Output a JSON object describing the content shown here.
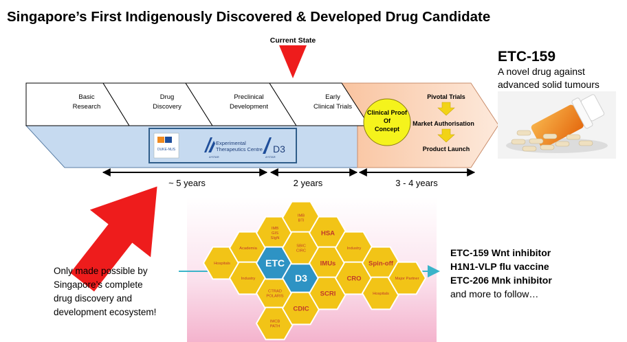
{
  "title": "Singapore’s First Indigenously Discovered & Developed Drug Candidate",
  "current_state_label": "Current State",
  "stages": [
    {
      "line1": "Basic",
      "line2": "Research"
    },
    {
      "line1": "Drug",
      "line2": "Discovery"
    },
    {
      "line1": "Preclinical",
      "line2": "Development"
    },
    {
      "line1": "Early",
      "line2": "Clinical Trials"
    }
  ],
  "proof_badge": {
    "line1": "Clinical Proof",
    "line2": "Of",
    "line3": "Concept"
  },
  "later_steps": [
    "Pivotal Trials",
    "Market Authorisation",
    "Product Launch"
  ],
  "durations": [
    "~ 5 years",
    "2 years",
    "3 - 4 years"
  ],
  "logos": {
    "duke": "DUKE-NUS",
    "etc_line1": "Experimental",
    "etc_line2": "Therapeutics Centre",
    "etc_small": "A*STAR",
    "d3": "D3",
    "d3_small": "A*STAR"
  },
  "drug": {
    "name": "ETC-159",
    "desc_line1": "A novel drug against",
    "desc_line2": "advanced solid tumours"
  },
  "ecosystem_note": [
    "Only made possible by",
    "Singapore’s complete",
    "drug discovery and",
    "development ecosystem!"
  ],
  "hex_cells": [
    {
      "id": "hospitals-left",
      "lines": [
        "Hospitals"
      ],
      "size": "small"
    },
    {
      "id": "academia",
      "lines": [
        "Academia"
      ],
      "size": "small"
    },
    {
      "id": "industry-left",
      "lines": [
        "Industry"
      ],
      "size": "small"
    },
    {
      "id": "imb-gis-sigh",
      "lines": [
        "IMB",
        "GIS",
        "SIgN"
      ],
      "size": "small"
    },
    {
      "id": "ctrad-polaris",
      "lines": [
        "CTRAD",
        "POLARIS"
      ],
      "size": "small"
    },
    {
      "id": "imcb-path",
      "lines": [
        "IMCB",
        "PATH"
      ],
      "size": "small"
    },
    {
      "id": "etc",
      "lines": [
        "ETC"
      ],
      "size": "big"
    },
    {
      "id": "d3",
      "lines": [
        "D3"
      ],
      "size": "big"
    },
    {
      "id": "imb-bti",
      "lines": [
        "IMB",
        "BTI"
      ],
      "size": "small"
    },
    {
      "id": "sbic-circ",
      "lines": [
        "SBIC",
        "CIRC"
      ],
      "size": "small"
    },
    {
      "id": "cdic",
      "lines": [
        "CDIC"
      ],
      "size": "medium"
    },
    {
      "id": "hsa",
      "lines": [
        "HSA"
      ],
      "size": "medium"
    },
    {
      "id": "imus",
      "lines": [
        "IMUs"
      ],
      "size": "medium"
    },
    {
      "id": "scri",
      "lines": [
        "SCRI"
      ],
      "size": "medium"
    },
    {
      "id": "industry-right",
      "lines": [
        "Industry"
      ],
      "size": "small"
    },
    {
      "id": "cro",
      "lines": [
        "CRO"
      ],
      "size": "medium"
    },
    {
      "id": "spin-off",
      "lines": [
        "Spin-off"
      ],
      "size": "medium"
    },
    {
      "id": "hospitals-right",
      "lines": [
        "Hospitals"
      ],
      "size": "small"
    },
    {
      "id": "major-partner",
      "lines": [
        "Major Partner"
      ],
      "size": "small"
    }
  ],
  "outputs": [
    "ETC-159 Wnt inhibitor",
    "H1N1-VLP flu vaccine",
    "ETC-206 Mnk inhibitor"
  ],
  "outputs_more": "and more to follow…",
  "colors": {
    "honeycomb_fill": "#f2c417",
    "honeycomb_stroke": "#ffffff",
    "core_hex": "#2e93c4",
    "hex_text": "#c0392b",
    "timeline_fill": "#c6daf0",
    "timeline_stroke": "#5b7fa6",
    "logo_box_stroke": "#2f5d8a",
    "clinical_fill": "#fbd2b7",
    "badge_fill": "#f5f31c",
    "step_arrow": "#f2d316",
    "current_arrow": "#ee1c1c",
    "big_arrow": "#ee1c1c",
    "pipeline_arrow": "#3ab4c9"
  },
  "icons": {
    "current_marker": "down-triangle",
    "big_arrow": "up-right-arrow",
    "drug_image": "pill-bottle-with-capsules"
  }
}
